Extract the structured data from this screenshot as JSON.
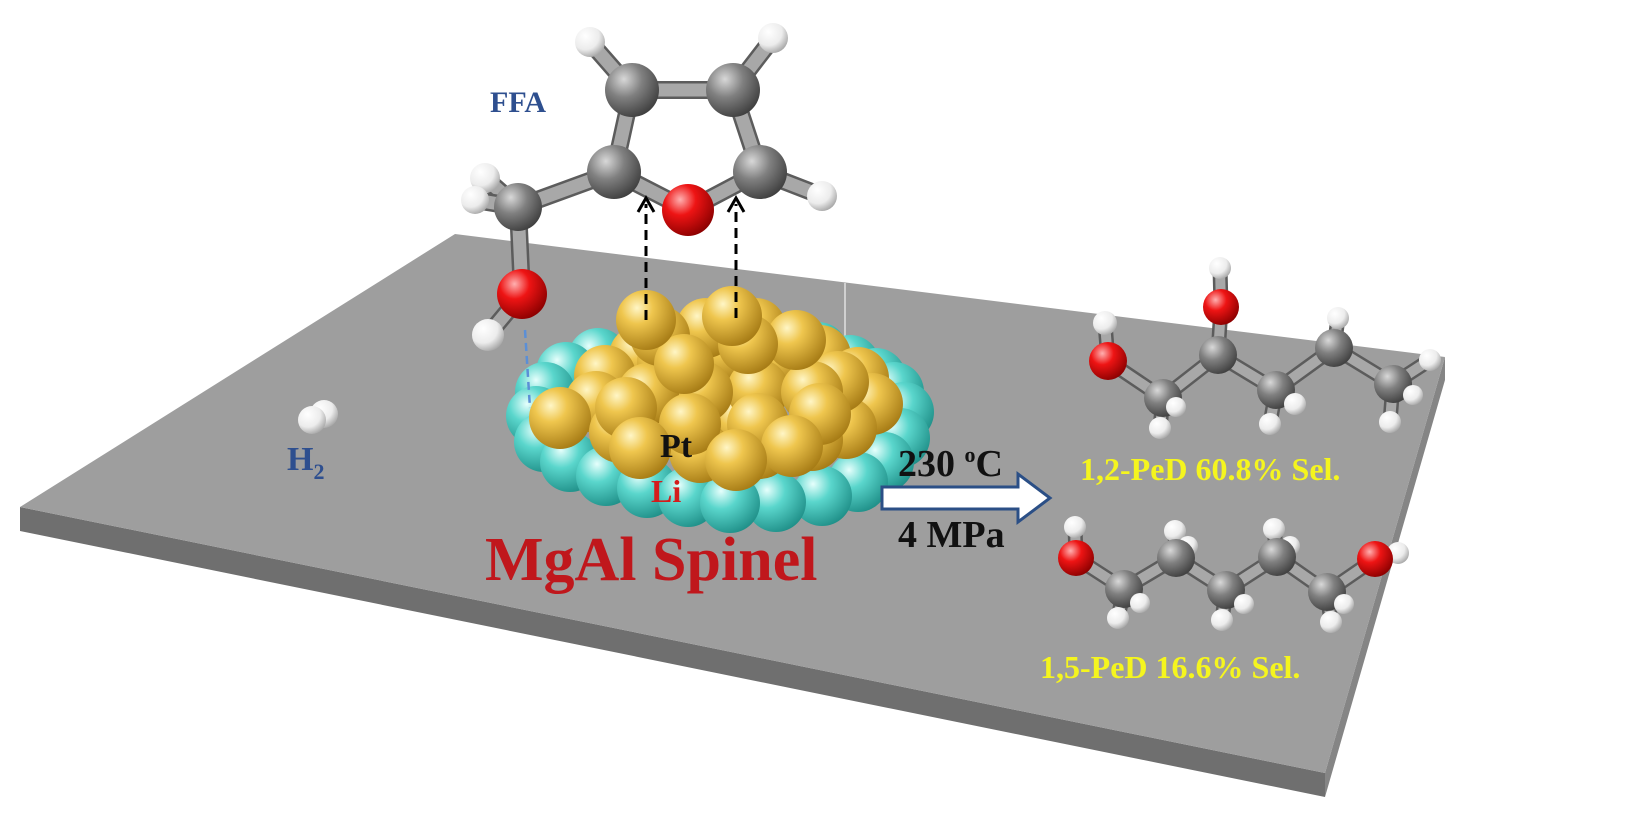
{
  "labels": {
    "ffa": "FFA",
    "h2_main": "H",
    "h2_sub": "2",
    "pt": "Pt",
    "li": "Li",
    "support": "MgAl Spinel",
    "temp_value": "230 ",
    "temp_sup": "o",
    "temp_unit": "C",
    "pressure": "4 MPa",
    "product_12": "1,2-PeD 60.8% Sel.",
    "product_15": "1,5-PeD 16.6% Sel."
  },
  "colors": {
    "slab_top": "#9e9e9e",
    "slab_side": "#7d7d7d",
    "label_blue": "#2e4f8f",
    "support_red": "#c0171c",
    "li_red": "#d41c1c",
    "product_yellow": "#f5f51e",
    "arrow_blue": "#2b4f86",
    "pt_gold": "#e0b63c",
    "li_cyan": "#55d2c8",
    "carbon_gray": "#7a7a7a",
    "oxygen_red": "#e01010",
    "hydrogen_white": "#f2f2f2"
  },
  "icons": [
    "ffa-molecule",
    "h2-molecule",
    "pt-cluster",
    "li-layer",
    "reaction-arrow",
    "pentanediol-12-molecule",
    "pentanediol-15-molecule"
  ]
}
